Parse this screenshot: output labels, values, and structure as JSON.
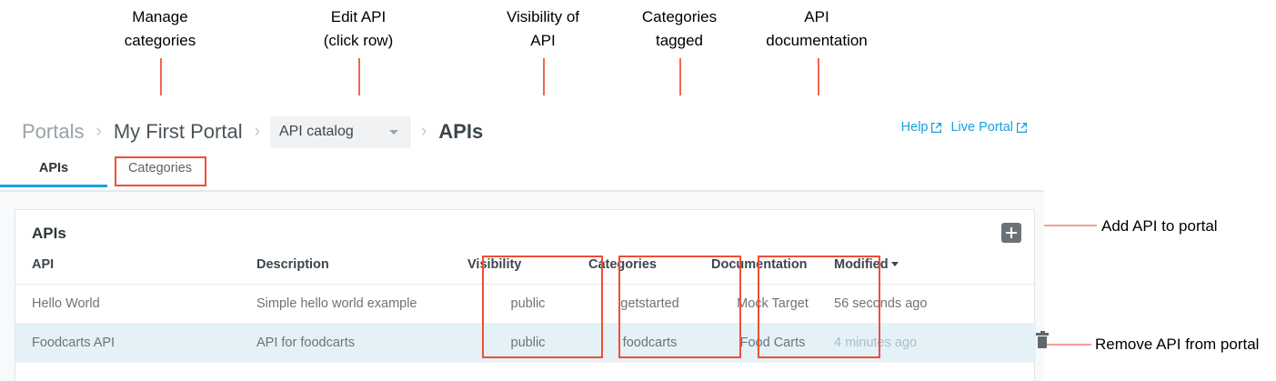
{
  "annotations": {
    "callouts": [
      {
        "id": "manage-categories",
        "text": "Manage\ncategories"
      },
      {
        "id": "edit-api",
        "text": "Edit API\n(click row)"
      },
      {
        "id": "visibility-of-api",
        "text": "Visibility of\nAPI"
      },
      {
        "id": "categories-tagged",
        "text": "Categories\ntagged"
      },
      {
        "id": "api-documentation",
        "text": "API\ndocumentation"
      },
      {
        "id": "add-api-to-portal",
        "text": "Add API to portal"
      },
      {
        "id": "remove-api-from-portal",
        "text": "Remove API from portal"
      }
    ],
    "line_color": "#f26552",
    "box_color": "#f04e37"
  },
  "breadcrumb": {
    "portals": "Portals",
    "portal_name": "My First Portal",
    "catalog_select": "API catalog",
    "current": "APIs",
    "separator": "›"
  },
  "top_links": {
    "help": "Help",
    "live_portal": "Live Portal",
    "external_icon": "external-link-icon",
    "color": "#1aa0dd"
  },
  "tabs": [
    {
      "id": "apis",
      "label": "APIs",
      "active": true
    },
    {
      "id": "categories",
      "label": "Categories",
      "active": false
    }
  ],
  "card": {
    "title": "APIs",
    "add_button_icon": "plus-icon"
  },
  "table": {
    "columns": [
      {
        "key": "api",
        "label": "API"
      },
      {
        "key": "description",
        "label": "Description"
      },
      {
        "key": "visibility",
        "label": "Visibility"
      },
      {
        "key": "categories",
        "label": "Categories"
      },
      {
        "key": "documentation",
        "label": "Documentation"
      },
      {
        "key": "modified",
        "label": "Modified",
        "sorted": true,
        "sort_icon": "caret-down-icon"
      },
      {
        "key": "actions",
        "label": ""
      }
    ],
    "rows": [
      {
        "api": "Hello World",
        "description": "Simple hello world example",
        "visibility": "public",
        "categories": "getstarted",
        "documentation": "Mock Target",
        "modified": "56 seconds ago",
        "selected": false,
        "delete_icon": ""
      },
      {
        "api": "Foodcarts API",
        "description": "API for foodcarts",
        "visibility": "public",
        "categories": "foodcarts",
        "documentation": "Food Carts",
        "modified": "4 minutes ago",
        "selected": true,
        "delete_icon": "trash-icon"
      }
    ]
  }
}
